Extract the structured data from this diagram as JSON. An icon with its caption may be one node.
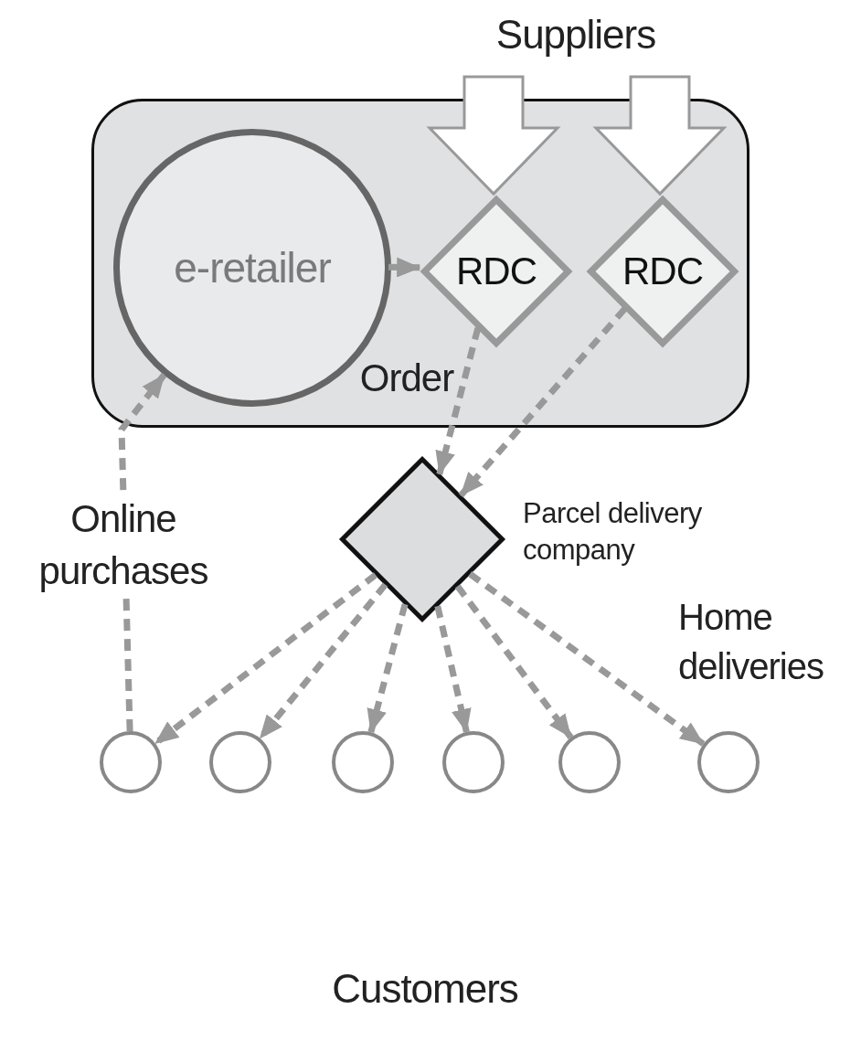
{
  "diagram": {
    "nodes": [
      {
        "text": [
          "Suppliers"
        ]
      },
      {
        "text": [],
        "shape": "box"
      },
      {
        "text": [
          "e-retailer"
        ],
        "in": 1
      },
      {
        "text": [
          "RDC"
        ],
        "in": 1
      },
      {
        "text": [
          "RDC"
        ],
        "in": 1
      },
      {
        "text": [],
        "shape": "diamond",
        "beside": [
          "Parcel delivery company"
        ]
      },
      {
        "text": [],
        "shape": "circle"
      },
      {
        "text": [],
        "shape": "circle"
      },
      {
        "text": [],
        "shape": "circle"
      },
      {
        "text": [],
        "shape": "circle"
      },
      {
        "text": [],
        "shape": "circle"
      },
      {
        "text": [],
        "shape": "circle"
      }
    ],
    "edges": [
      {
        "from": 0,
        "to": 3,
        "arrow": "to",
        "style": "thick"
      },
      {
        "from": 0,
        "to": 4,
        "arrow": "to",
        "style": "thick"
      },
      {
        "from": 2,
        "to": 3,
        "arrow": "to"
      },
      {
        "from": 3,
        "to": 5,
        "arrow": "to",
        "style": "dashed"
      },
      {
        "from": 4,
        "to": 5,
        "arrow": "to",
        "style": "dashed"
      },
      {
        "from": 5,
        "to": 6,
        "arrow": "to",
        "style": "dashed"
      },
      {
        "from": 5,
        "to": 7,
        "arrow": "to",
        "style": "dashed"
      },
      {
        "from": 5,
        "to": 8,
        "arrow": "to",
        "style": "dashed"
      },
      {
        "from": 5,
        "to": 9,
        "arrow": "to",
        "style": "dashed"
      },
      {
        "from": 5,
        "to": 10,
        "arrow": "to",
        "style": "dashed"
      },
      {
        "from": 5,
        "to": 11,
        "arrow": "to",
        "style": "dashed"
      },
      {
        "from": 6,
        "to": 2,
        "arrow": "to",
        "style": "dashed",
        "label": "Online purchases"
      }
    ],
    "labels": [
      "Order",
      "Home deliveries",
      "Customers"
    ]
  }
}
